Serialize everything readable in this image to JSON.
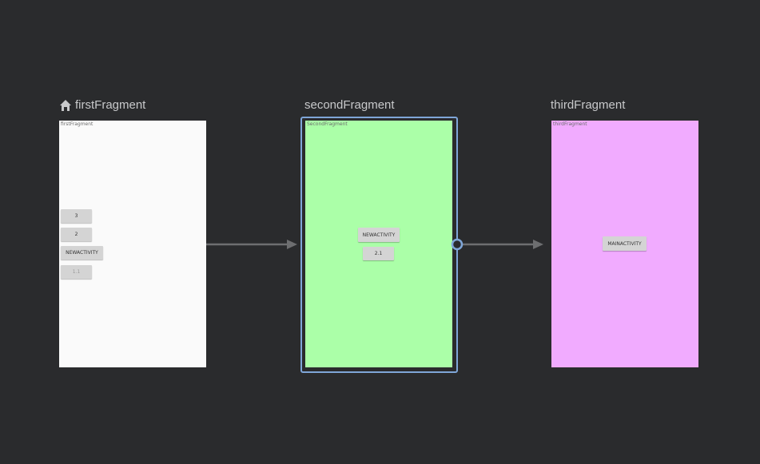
{
  "fragments": [
    {
      "id": "firstFragment",
      "title": "firstFragment",
      "is_start_destination": true,
      "screen_label": "firstFragment",
      "background": "#fafafa",
      "buttons": [
        "3",
        "2",
        "NEWACTIVITY",
        "1.1"
      ]
    },
    {
      "id": "secondFragment",
      "title": "secondFragment",
      "is_start_destination": false,
      "selected": true,
      "screen_label": "SecondFragment",
      "background": "#abffa8",
      "buttons": [
        "NEWACTIVITY",
        "2.1"
      ]
    },
    {
      "id": "thirdFragment",
      "title": "thirdFragment",
      "is_start_destination": false,
      "screen_label": "thirdFragment",
      "background": "#f1abff",
      "buttons": [
        "MAINACTIVITY"
      ]
    }
  ],
  "colors": {
    "canvas_background": "#2a2b2d",
    "arrow": "#6d6e70",
    "selection": "#7fa6d8"
  },
  "icons": {
    "start_destination": "home-icon"
  }
}
